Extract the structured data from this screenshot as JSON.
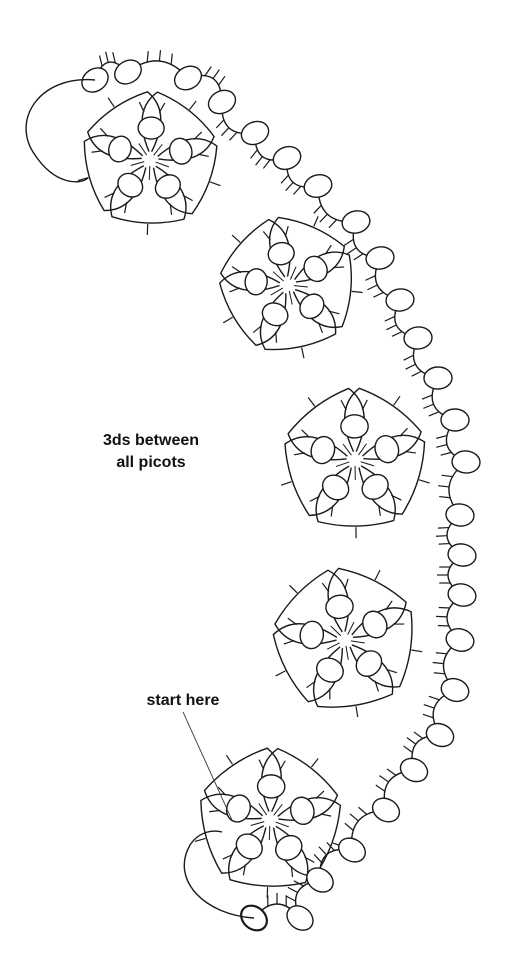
{
  "diagram": {
    "note_line1": "3ds between",
    "note_line2": "all picots",
    "start_label": "start here",
    "line_color": "#1a1a1a",
    "background": "#ffffff"
  }
}
